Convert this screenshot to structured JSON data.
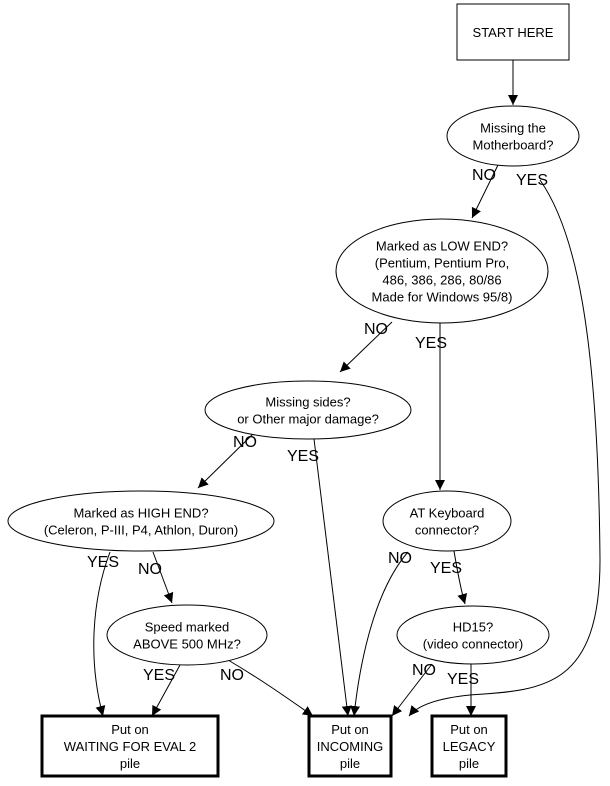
{
  "diagram": {
    "type": "flowchart",
    "nodes": [
      {
        "id": "start",
        "shape": "box",
        "lines": [
          "START HERE"
        ]
      },
      {
        "id": "motherboard",
        "shape": "ellipse",
        "lines": [
          "Missing the",
          "Motherboard?"
        ]
      },
      {
        "id": "low_end",
        "shape": "ellipse",
        "lines": [
          "Marked as LOW END?",
          "(Pentium, Pentium Pro,",
          "486, 386, 286, 80/86",
          "Made for Windows 95/8)"
        ]
      },
      {
        "id": "damage",
        "shape": "ellipse",
        "lines": [
          "Missing sides?",
          "or Other major damage?"
        ]
      },
      {
        "id": "high_end",
        "shape": "ellipse",
        "lines": [
          "Marked as HIGH END?",
          "(Celeron, P-III, P4, Athlon, Duron)"
        ]
      },
      {
        "id": "at_keyboard",
        "shape": "ellipse",
        "lines": [
          "AT Keyboard",
          "connector?"
        ]
      },
      {
        "id": "speed",
        "shape": "ellipse",
        "lines": [
          "Speed marked",
          "ABOVE 500 MHz?"
        ]
      },
      {
        "id": "hd15",
        "shape": "ellipse",
        "lines": [
          "HD15?",
          "(video connector)"
        ]
      },
      {
        "id": "waiting",
        "shape": "box-bold",
        "lines": [
          "Put on",
          "WAITING FOR EVAL 2",
          "pile"
        ]
      },
      {
        "id": "incoming",
        "shape": "box-bold",
        "lines": [
          "Put on",
          "INCOMING",
          "pile"
        ]
      },
      {
        "id": "legacy",
        "shape": "box-bold",
        "lines": [
          "Put on",
          "LEGACY",
          "pile"
        ]
      }
    ],
    "edges": [
      {
        "from": "start",
        "to": "motherboard",
        "label": ""
      },
      {
        "from": "motherboard",
        "to": "low_end",
        "label": "NO"
      },
      {
        "from": "motherboard",
        "to": "incoming",
        "label": "YES"
      },
      {
        "from": "low_end",
        "to": "damage",
        "label": "NO"
      },
      {
        "from": "low_end",
        "to": "at_keyboard",
        "label": "YES"
      },
      {
        "from": "damage",
        "to": "high_end",
        "label": "NO"
      },
      {
        "from": "damage",
        "to": "incoming",
        "label": "YES"
      },
      {
        "from": "high_end",
        "to": "waiting",
        "label": "YES"
      },
      {
        "from": "high_end",
        "to": "speed",
        "label": "NO"
      },
      {
        "from": "speed",
        "to": "waiting",
        "label": "YES"
      },
      {
        "from": "speed",
        "to": "incoming",
        "label": "NO"
      },
      {
        "from": "at_keyboard",
        "to": "incoming",
        "label": "NO"
      },
      {
        "from": "at_keyboard",
        "to": "hd15",
        "label": "YES"
      },
      {
        "from": "hd15",
        "to": "incoming",
        "label": "NO"
      },
      {
        "from": "hd15",
        "to": "legacy",
        "label": "YES"
      }
    ]
  }
}
